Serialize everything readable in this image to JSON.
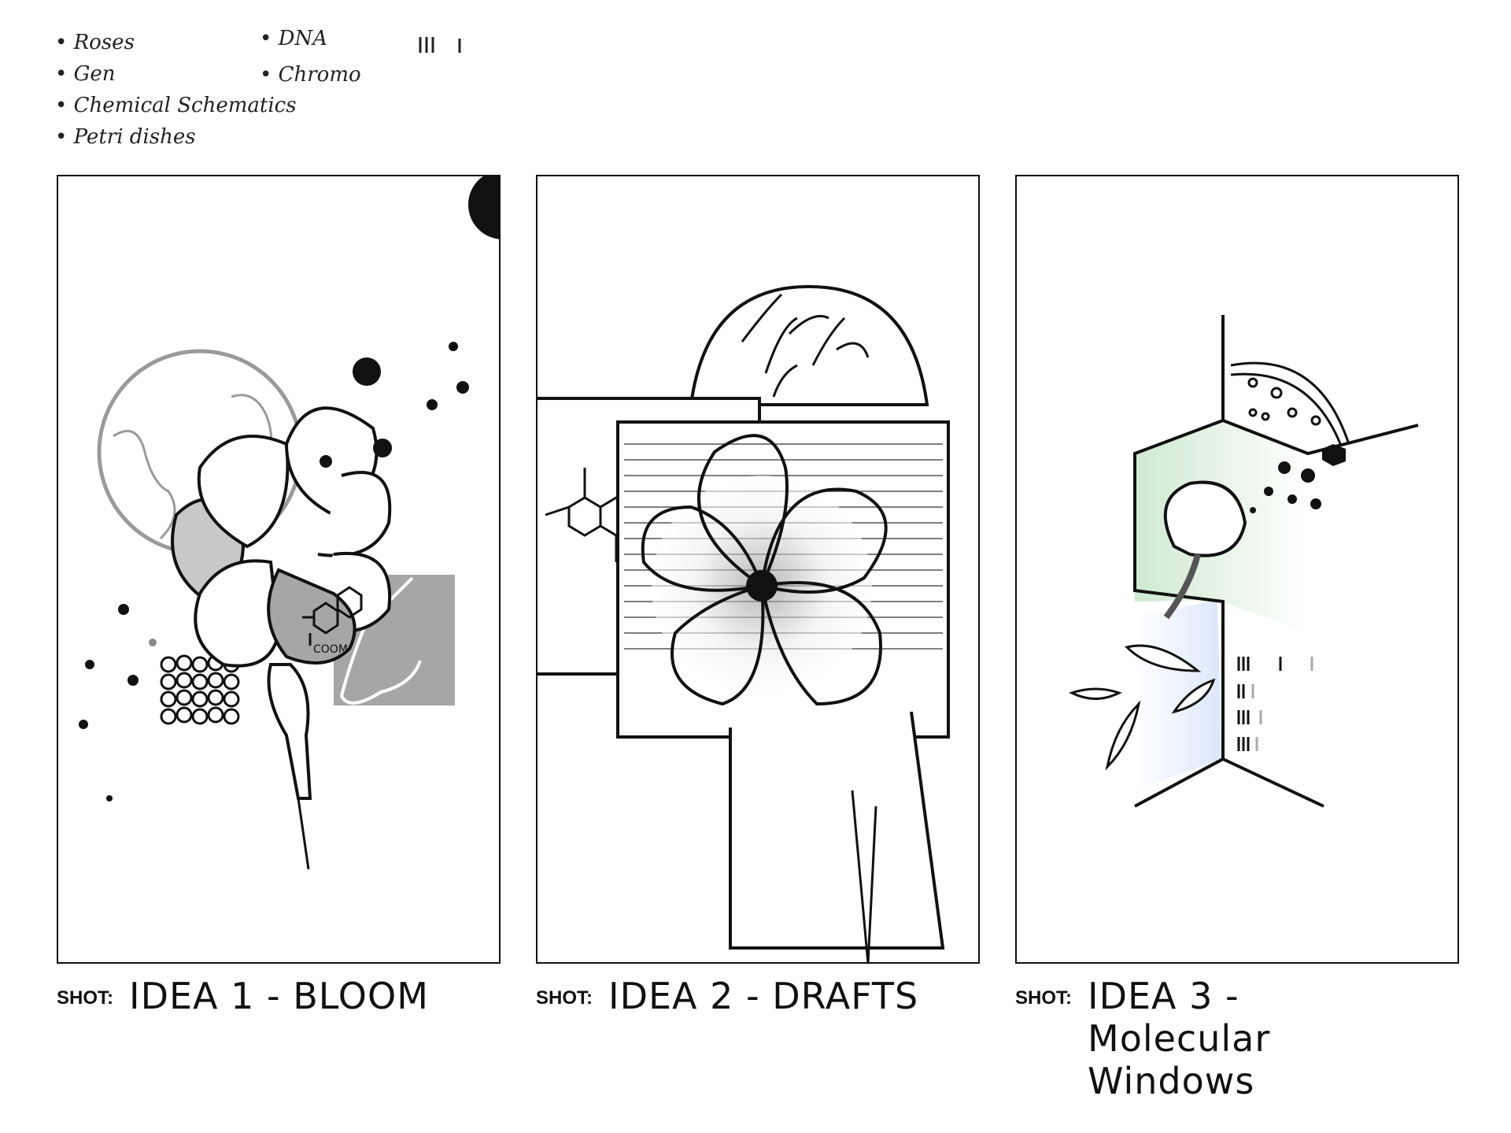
{
  "notes": {
    "left": [
      "Roses",
      "Gen",
      "Chemical Schematics",
      "Petri dishes"
    ],
    "right": [
      "DNA",
      "Chromo"
    ]
  },
  "shots": [
    {
      "label": "SHOT:",
      "title": "IDEA 1 - BLOOM",
      "annotation": "COOM"
    },
    {
      "label": "SHOT:",
      "title": "IDEA 2 - DRAFTS"
    },
    {
      "label": "SHOT:",
      "title": "IDEA 3 - Molecular\nWindows"
    }
  ],
  "colors": {
    "ink": "#111111",
    "grey": "#a6a6a6",
    "green": "#cfe9d0",
    "blue": "#dbe7fb"
  }
}
